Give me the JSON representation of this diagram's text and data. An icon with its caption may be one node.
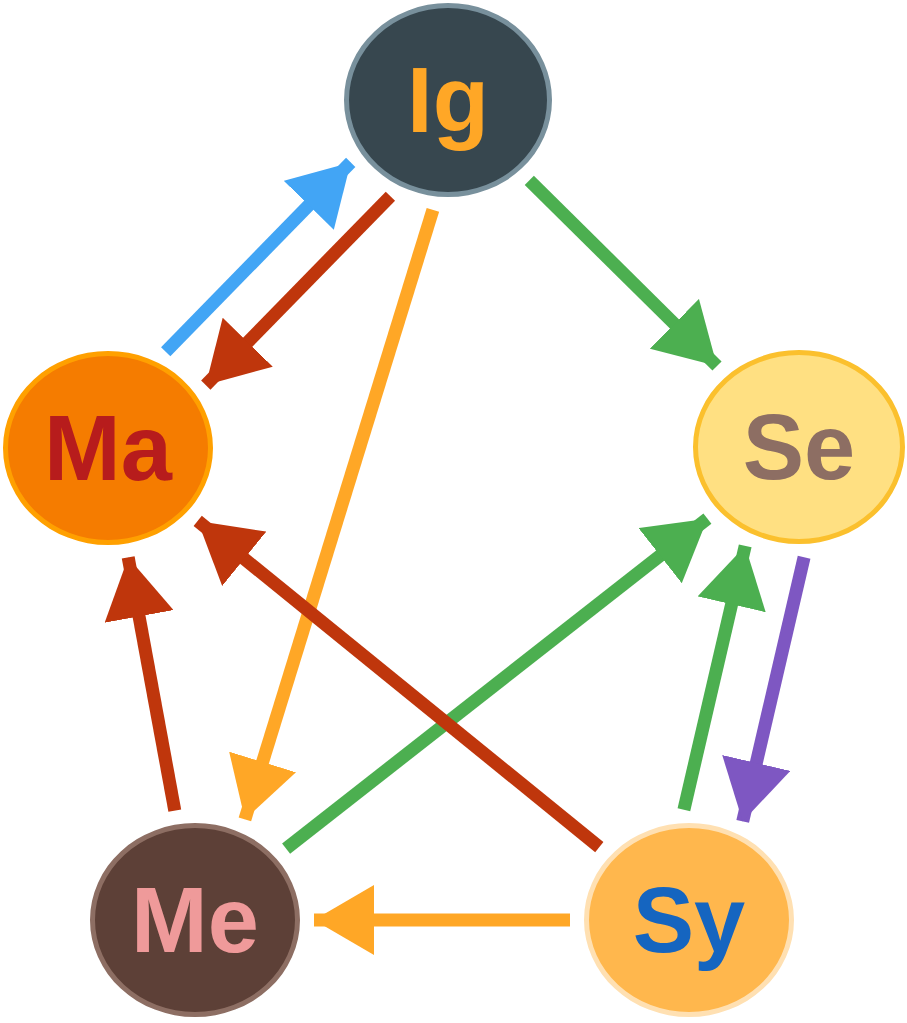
{
  "diagram": {
    "nodes": [
      {
        "text": [
          "Ig"
        ]
      },
      {
        "text": [
          "Ma"
        ]
      },
      {
        "text": [
          "Se"
        ]
      },
      {
        "text": [
          "Me"
        ]
      },
      {
        "text": [
          "Sy"
        ]
      }
    ],
    "edges": [
      {
        "from": 1,
        "to": 0,
        "arrow": "to",
        "color": "#42a5f5"
      },
      {
        "from": 0,
        "to": 1,
        "arrow": "to",
        "color": "#bf360c"
      },
      {
        "from": 0,
        "to": 3,
        "arrow": "to",
        "color": "#ffa726"
      },
      {
        "from": 0,
        "to": 2,
        "arrow": "to",
        "color": "#4caf50"
      },
      {
        "from": 2,
        "to": 4,
        "arrow": "to",
        "color": "#7e57c2"
      },
      {
        "from": 4,
        "to": 2,
        "arrow": "to",
        "color": "#4caf50"
      },
      {
        "from": 3,
        "to": 2,
        "arrow": "to",
        "color": "#4caf50"
      },
      {
        "from": 4,
        "to": 1,
        "arrow": "to",
        "color": "#bf360c"
      },
      {
        "from": 3,
        "to": 1,
        "arrow": "to",
        "color": "#bf360c"
      },
      {
        "from": 4,
        "to": 3,
        "arrow": "to",
        "color": "#ffa726"
      }
    ]
  }
}
